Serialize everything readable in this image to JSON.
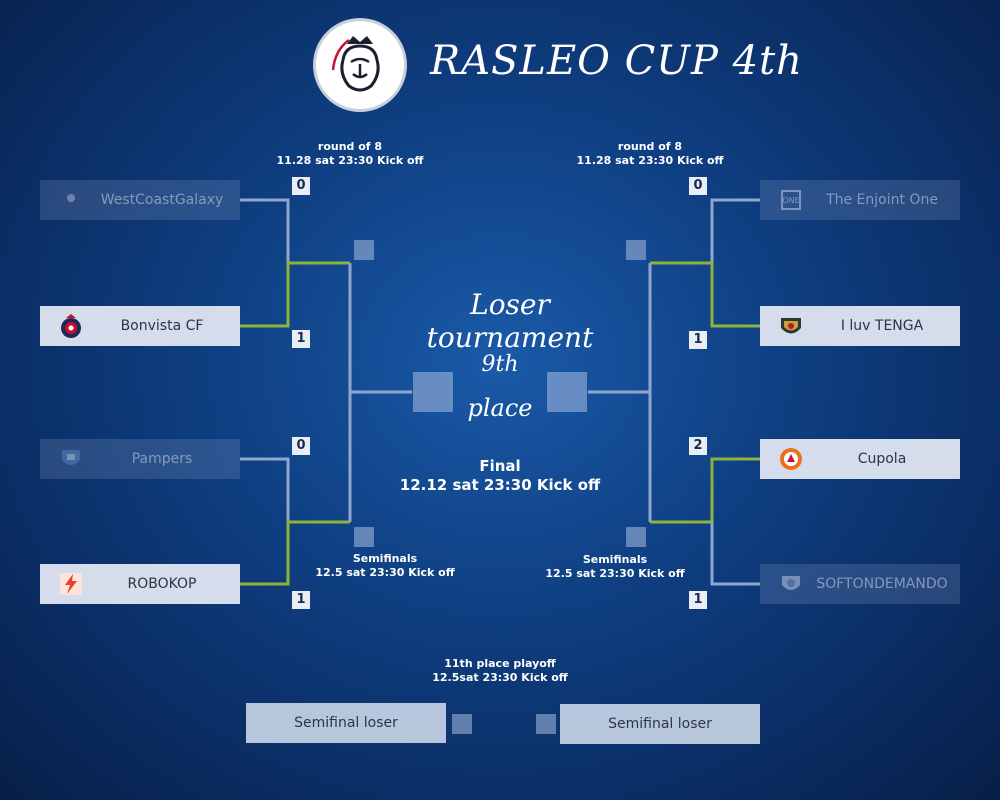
{
  "title": "RASLEO CUP 4th",
  "colors": {
    "winner_line": "#8db33a",
    "loser_line": "#8fa6cf",
    "bg": "#0f3f82"
  },
  "left": {
    "round_of_8": {
      "title": "round of 8",
      "time": "11.28 sat 23:30 Kick off"
    },
    "semifinal": {
      "title": "Semifinals",
      "time": "12.5 sat 23:30 Kick off"
    },
    "teams": [
      {
        "name": "WestCoastGalaxy",
        "score": "0"
      },
      {
        "name": "Bonvista CF",
        "score": "1"
      },
      {
        "name": "Pampers",
        "score": "0"
      },
      {
        "name": "ROBOKOP",
        "score": "1"
      }
    ]
  },
  "right": {
    "round_of_8": {
      "title": "round of 8",
      "time": "11.28 sat 23:30 Kick off"
    },
    "semifinal": {
      "title": "Semifinals",
      "time": "12.5 sat 23:30 Kick off"
    },
    "teams": [
      {
        "name": "The Enjoint One",
        "score": "0"
      },
      {
        "name": "I luv TENGA",
        "score": "1"
      },
      {
        "name": "Cupola",
        "score": "2"
      },
      {
        "name": "SOFTONDEMANDO",
        "score": "1"
      }
    ]
  },
  "center": {
    "heading": "Loser tournament",
    "place_line1": "9th",
    "place_line2": "place",
    "final_title": "Final",
    "final_time": "12.12 sat 23:30 Kick off"
  },
  "playoff": {
    "title": "11th place playoff",
    "time": "12.5sat 23:30 Kick off",
    "slot_left": "Semifinal loser",
    "slot_right": "Semifinal loser"
  }
}
